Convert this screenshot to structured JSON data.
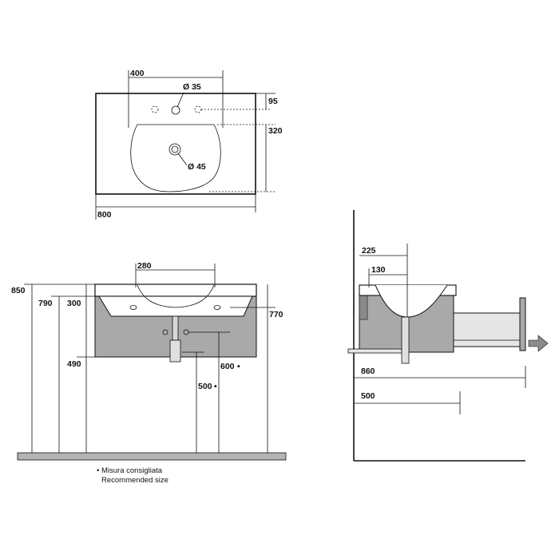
{
  "colors": {
    "line": "#111111",
    "cabinet": "#a9a9a9",
    "cabinet_dark": "#8a8a8a",
    "floor": "#b4b4b4",
    "drawer": "#e6e6e6",
    "arrow": "#8c8c8c"
  },
  "top_view": {
    "width_label": "800",
    "inner_width_label": "400",
    "tap_hole_label": "Ø 35",
    "tap_offset_label": "95",
    "bowl_depth_label": "320",
    "drain_label": "Ø 45"
  },
  "front_view": {
    "height_850": "850",
    "height_790": "790",
    "height_300": "300",
    "height_490": "490",
    "width_280": "280",
    "width_770": "770",
    "dim_600": "600",
    "dim_500": "500",
    "recommended_mark": "•"
  },
  "side_view": {
    "depth_225": "225",
    "depth_130": "130",
    "extension_860": "860",
    "extension_500": "500",
    "pull_arrow_icon": "arrow-right-icon"
  },
  "footnote": {
    "line1": "Misura consigliata",
    "line2": "Recommended size",
    "bullet": "•"
  }
}
